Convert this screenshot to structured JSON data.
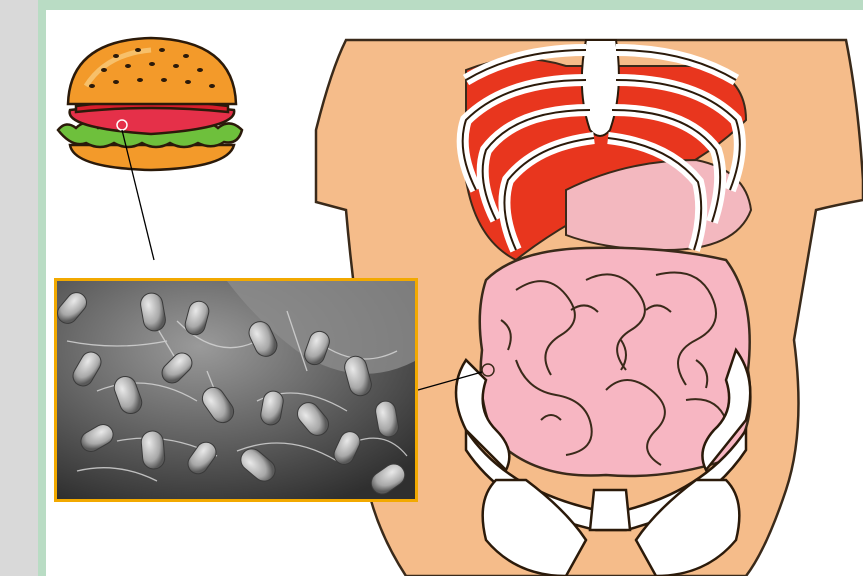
{
  "figure": {
    "kind": "anatomy-diagram",
    "items": [
      "hamburger-icon",
      "human-torso",
      "bacteria-micrograph"
    ],
    "colors": {
      "skin": "#f5bc8a",
      "skin_outline": "#3a2a1a",
      "liver": "#e8361e",
      "stomach": "#f3b8bf",
      "intestine": "#f7b6c2",
      "bone": "#ffffff",
      "micrograph_border": "#f2a900",
      "frame": "#b9dcc4",
      "side_strip": "#d9d9d9"
    }
  }
}
